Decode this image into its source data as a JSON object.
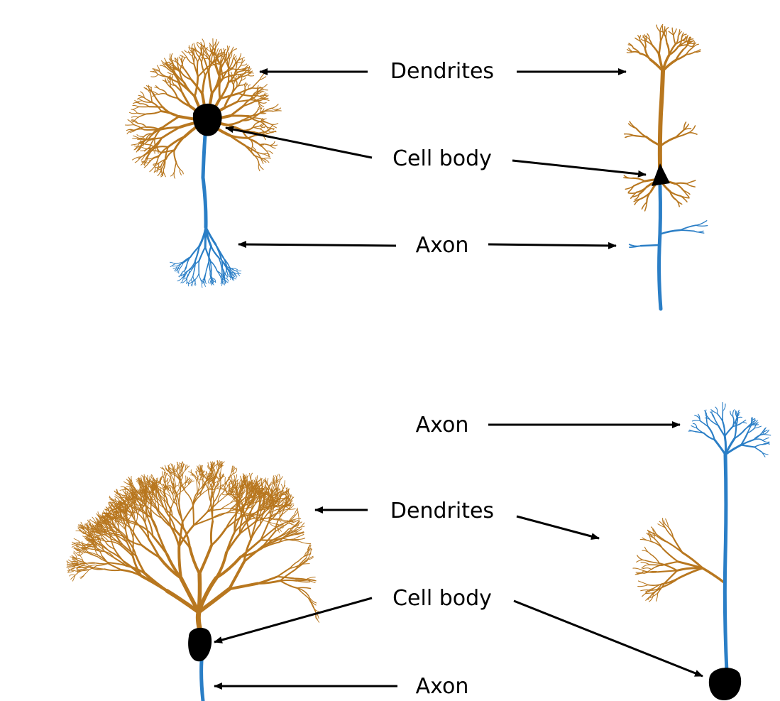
{
  "labels": {
    "top_dendrites": "Dendrites",
    "top_cell_body": "Cell body",
    "top_axon": "Axon",
    "bottom_axon_upper": "Axon",
    "bottom_dendrites": "Dendrites",
    "bottom_cell_body": "Cell body",
    "bottom_axon_lower": "Axon"
  },
  "colors": {
    "dendrite": "#b8771f",
    "axon": "#2a7ec6",
    "cell_body": "#000000",
    "arrow": "#000000"
  }
}
